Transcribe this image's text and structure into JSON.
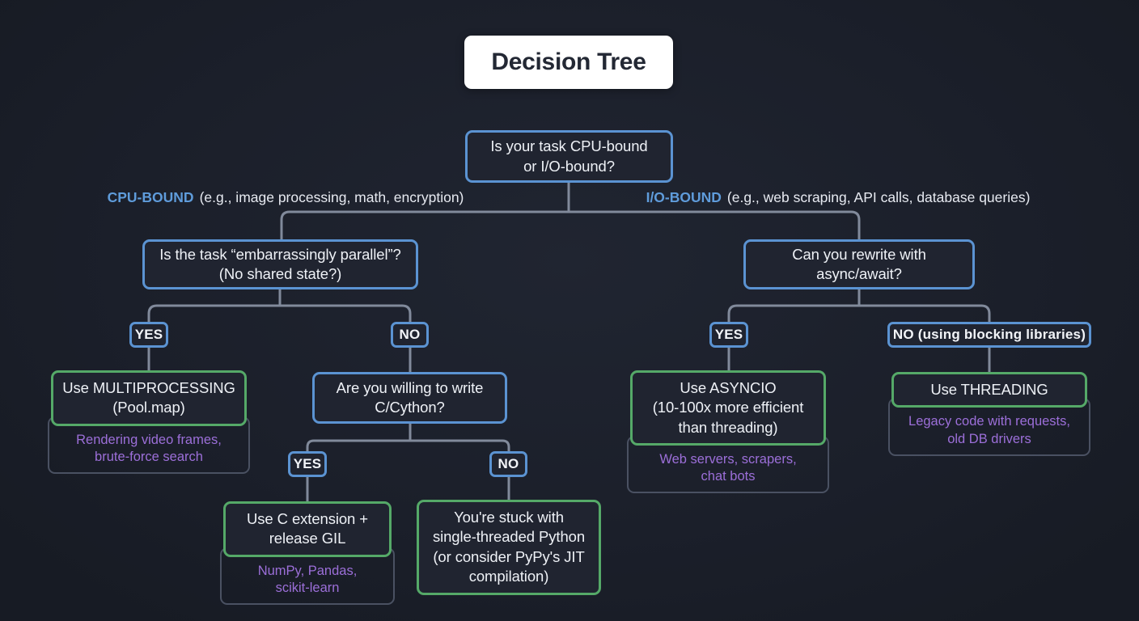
{
  "colors": {
    "background": "#1b1f2a",
    "node_background": "#202430",
    "blue_border": "#5b93d2",
    "green_border": "#55a968",
    "purple_text": "#9c6fd9",
    "connector_gray": "#818a9b",
    "example_border": "#4a5162",
    "text_white": "#eef1f6",
    "title_bg": "#ffffff",
    "title_text": "#232834"
  },
  "title": "Decision Tree",
  "root": {
    "question": "Is your task CPU-bound\nor I/O-bound?"
  },
  "branches": {
    "cpu": {
      "label": "CPU-BOUND",
      "detail": "(e.g., image processing, math, encryption)"
    },
    "io": {
      "label": "I/O-BOUND",
      "detail": "(e.g., web scraping, API calls, database queries)"
    }
  },
  "cpu_subtree": {
    "question": "Is the task “embarrassingly parallel”?\n(No shared state?)",
    "yes_label": "YES",
    "no_label": "NO",
    "yes_result": {
      "title": "Use MULTIPROCESSING\n(Pool.map)",
      "examples": "Rendering video frames,\nbrute-force search"
    },
    "no_question": "Are you willing to write\nC/Cython?",
    "cython_yes_label": "YES",
    "cython_no_label": "NO",
    "cython_yes_result": {
      "title": "Use C extension +\nrelease GIL",
      "examples": "NumPy, Pandas,\nscikit-learn"
    },
    "cython_no_result": {
      "title": "You're stuck with\nsingle-threaded Python\n(or consider PyPy's JIT\ncompilation)"
    }
  },
  "io_subtree": {
    "question": "Can you rewrite with\nasync/await?",
    "yes_label": "YES",
    "no_label": "NO (using blocking libraries)",
    "yes_result": {
      "title": "Use ASYNCIO\n(10-100x more efficient\nthan threading)",
      "examples": "Web servers, scrapers,\nchat bots"
    },
    "no_result": {
      "title": "Use THREADING",
      "examples": "Legacy code with requests,\nold DB drivers"
    }
  }
}
